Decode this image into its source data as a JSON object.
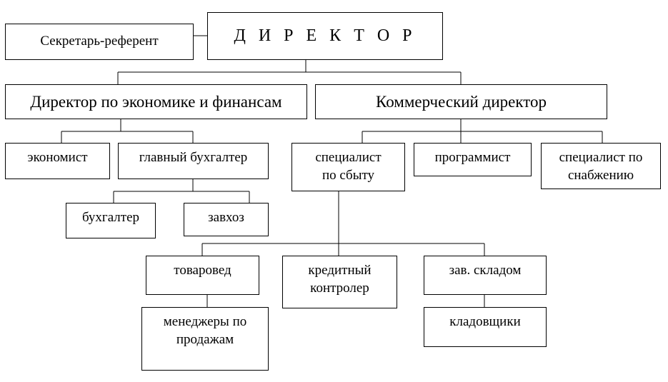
{
  "nodes": {
    "director": "Д И Р Е К Т О Р",
    "secretary": "Секретарь-референт",
    "econ_fin_director": "Директор по экономике и финансам",
    "commercial_director": "Коммерческий директор",
    "economist": "экономист",
    "chief_accountant": "главный бухгалтер",
    "accountant": "бухгалтер",
    "supply_manager": "завхоз",
    "sales_specialist": "специалист по сбыту",
    "programmer": "программист",
    "procurement_specialist": "специалист по снабжению",
    "merchandiser": "товаровед",
    "credit_controller": "кредитный контролер",
    "warehouse_head": "зав. складом",
    "sales_managers": "менеджеры по продажам",
    "storekeepers": "кладовщики"
  }
}
